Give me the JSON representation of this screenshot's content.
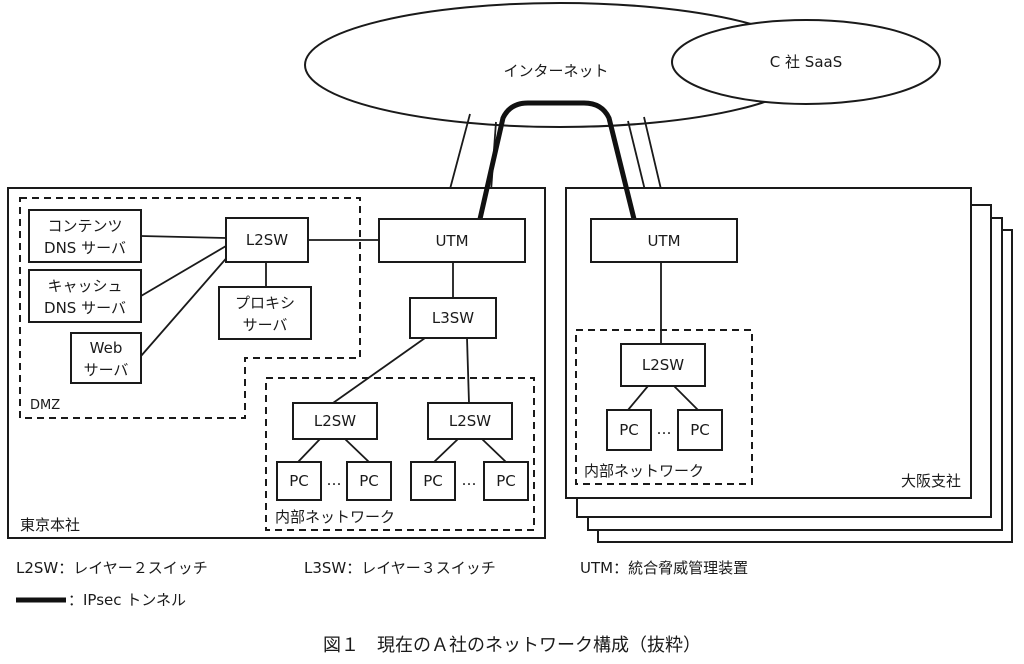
{
  "internet": {
    "label": "インターネット"
  },
  "saas": {
    "label": "C 社 SaaS"
  },
  "tokyo": {
    "site_label": "東京本社",
    "dmz_label": "DMZ",
    "contents_dns": [
      "コンテンツ",
      "DNS サーバ"
    ],
    "cache_dns": [
      "キャッシュ",
      "DNS サーバ"
    ],
    "web_server": [
      "Web",
      "サーバ"
    ],
    "proxy_server": [
      "プロキシ",
      "サーバ"
    ],
    "dmz_l2sw": "L2SW",
    "utm": "UTM",
    "l3sw": "L3SW",
    "internal_label": "内部ネットワーク",
    "l2sw_left": "L2SW",
    "l2sw_right": "L2SW",
    "pc": "PC",
    "ellipsis": "…"
  },
  "osaka": {
    "site_label": "大阪支社",
    "utm": "UTM",
    "l2sw": "L2SW",
    "pc": "PC",
    "ellipsis": "…",
    "internal_label": "内部ネットワーク"
  },
  "legend": {
    "l2sw": "L2SW：レイヤー２スイッチ",
    "l3sw": "L3SW：レイヤー３スイッチ",
    "utm": "UTM：統合脅威管理装置",
    "tunnel": "：IPsec トンネル"
  },
  "caption": "図１　現在のＡ社のネットワーク構成（抜粋）"
}
